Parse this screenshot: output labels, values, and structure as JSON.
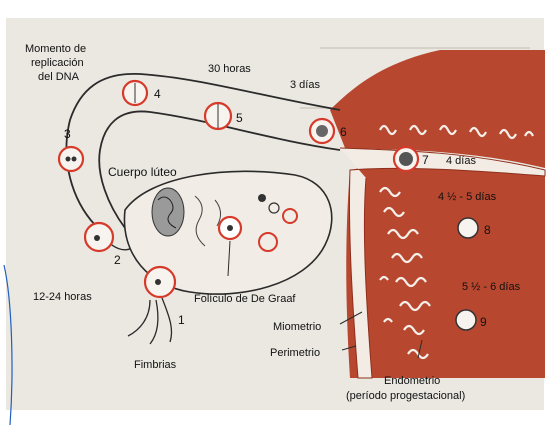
{
  "colors": {
    "paper": "#ebe8e2",
    "uterus": "#b8472f",
    "uterus_dark": "#8f2f1c",
    "outline": "#2b2b2b",
    "ring": "#d63a2a",
    "frame": "#1f5fbf"
  },
  "labels": {
    "dna_replication": [
      "Momento de",
      "replicación",
      "del DNA"
    ],
    "thirty_hours": "30 horas",
    "three_days": "3 días",
    "corpus_luteum": "Cuerpo lúteo",
    "four_days": "4 días",
    "four_half_five_days": "4 ½ - 5 días",
    "five_half_six_days": "5 ½ - 6 días",
    "twelve_24_hours": "12-24 horas",
    "graafian_follicle": "Folículo de De Graaf",
    "myometrium": "Miometrio",
    "perimetrium": "Perimetrio",
    "fimbriae": "Fimbrias",
    "endometrium": "Endometrio",
    "progestational": "(período progestacional)"
  },
  "stages": [
    "1",
    "2",
    "3",
    "4",
    "5",
    "6",
    "7",
    "8",
    "9"
  ],
  "icons": [
    "embryo-stage-icon",
    "ovary-icon",
    "uterus-wall-icon"
  ]
}
